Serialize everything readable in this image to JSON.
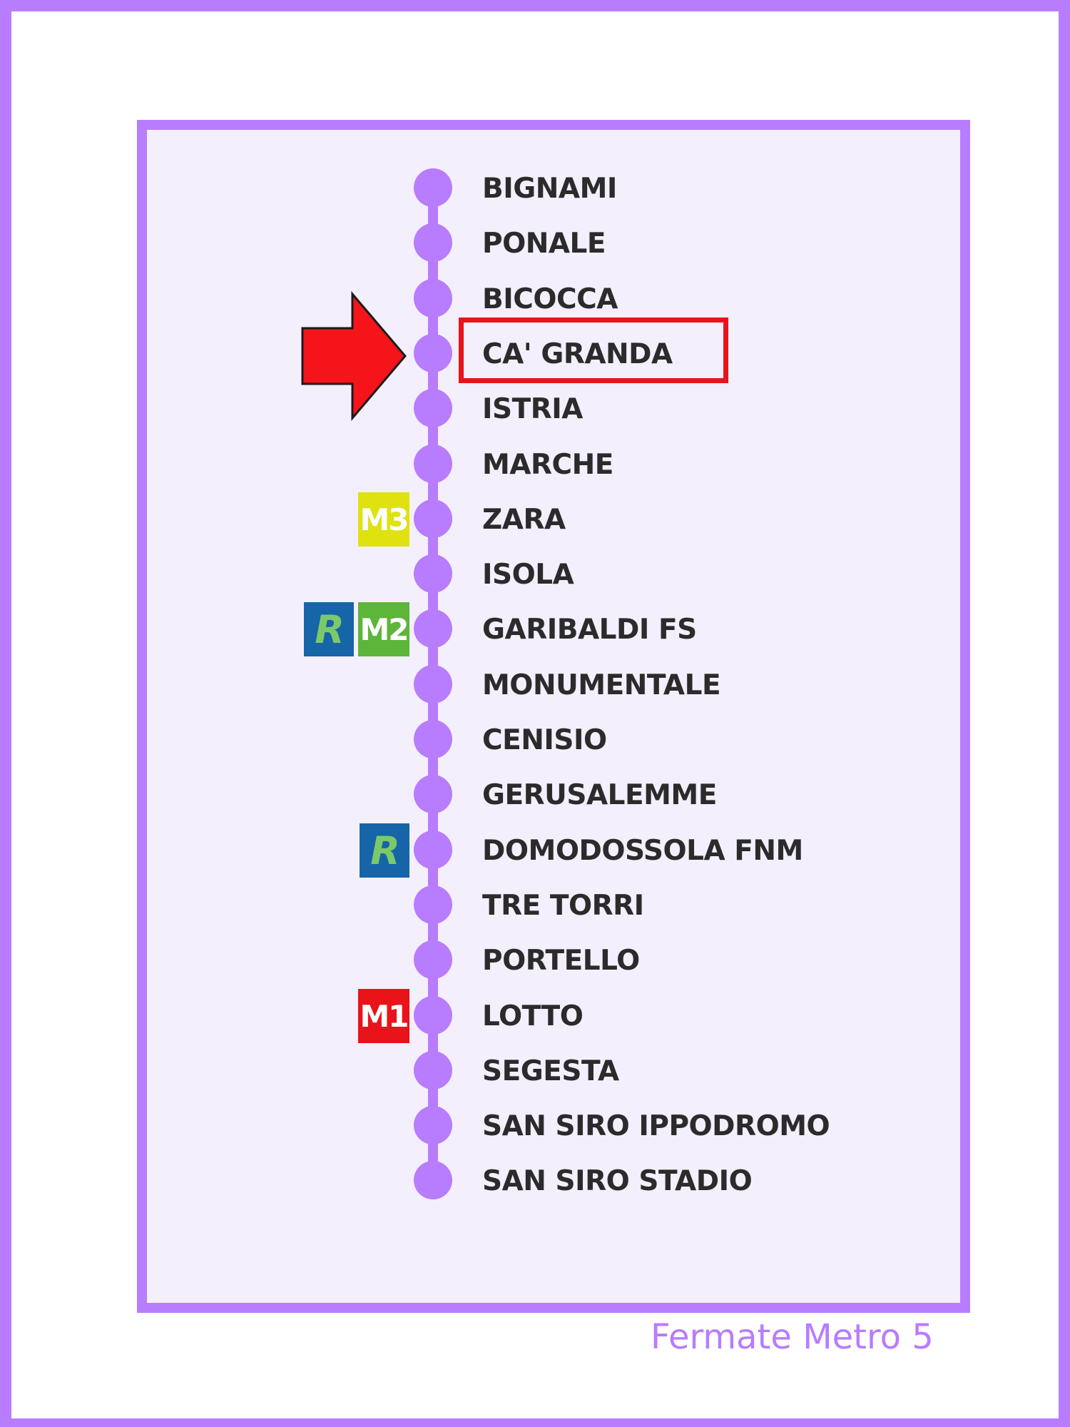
{
  "stops": [
    {
      "name": "BIGNAMI"
    },
    {
      "name": "PONALE"
    },
    {
      "name": "BICOCCA"
    },
    {
      "name": "CA' GRANDA",
      "highlighted": true
    },
    {
      "name": "ISTRIA"
    },
    {
      "name": "MARCHE"
    },
    {
      "name": "ZARA",
      "interchanges": [
        "M3"
      ]
    },
    {
      "name": "ISOLA"
    },
    {
      "name": "GARIBALDI FS",
      "interchanges": [
        "R",
        "M2"
      ]
    },
    {
      "name": "MONUMENTALE"
    },
    {
      "name": "CENISIO"
    },
    {
      "name": "GERUSALEMME"
    },
    {
      "name": "DOMODOSSOLA FNM",
      "interchanges": [
        "R"
      ]
    },
    {
      "name": "TRE TORRI"
    },
    {
      "name": "PORTELLO"
    },
    {
      "name": "LOTTO",
      "interchanges": [
        "M1"
      ]
    },
    {
      "name": "SEGESTA"
    },
    {
      "name": "SAN SIRO IPPODROMO"
    },
    {
      "name": "SAN SIRO STADIO"
    }
  ],
  "badge_colors": {
    "M1": "#e8141a",
    "M2": "#5db53a",
    "M3": "#dfe20f",
    "R": "#1565a8"
  },
  "line_color": "#b87cff",
  "highlight_color": "#e8141a",
  "caption": "Fermate Metro 5"
}
